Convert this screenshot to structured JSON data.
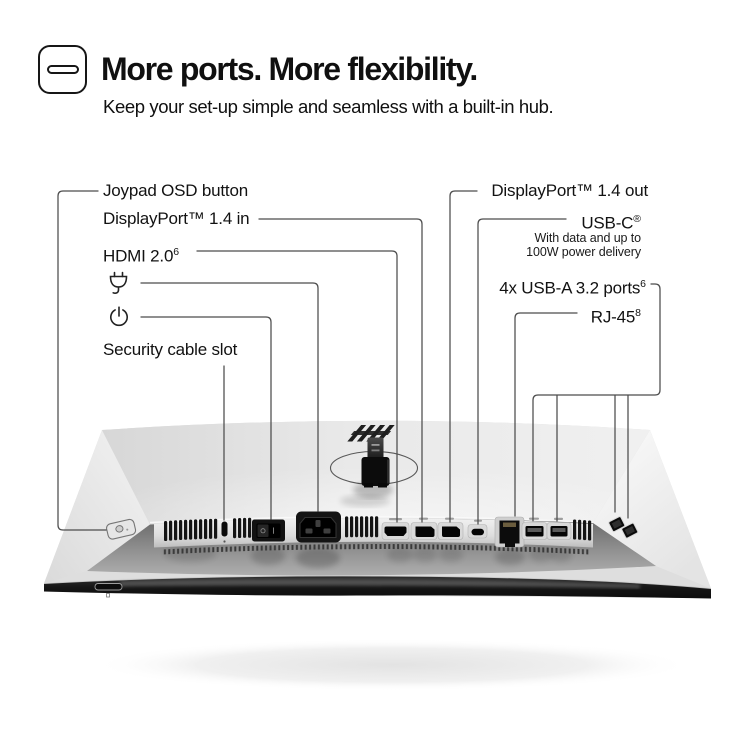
{
  "header": {
    "icon": "usb-c-port-icon",
    "title": "More ports. More flexibility.",
    "subtitle": "Keep your set-up simple and seamless with a built-in hub."
  },
  "callouts": {
    "joypad": {
      "label": "Joypad OSD button"
    },
    "dp_in": {
      "label": "DisplayPort™ 1.4 in"
    },
    "hdmi": {
      "label": "HDMI 2.0",
      "sup": "6"
    },
    "power_plug": {
      "icon": "power-plug-icon"
    },
    "power_button": {
      "icon": "power-symbol-icon"
    },
    "security": {
      "label": "Security cable slot"
    },
    "dp_out": {
      "label": "DisplayPort™ 1.4 out"
    },
    "usb_c": {
      "label": "USB-C",
      "sup": "®",
      "sub1": "With data and up to",
      "sub2": "100W power delivery"
    },
    "usb_a": {
      "label": "4x USB-A 3.2 ports",
      "sup": "6"
    },
    "rj45": {
      "label": "RJ-45",
      "sup": "8"
    }
  },
  "monitor": {
    "logo_icon": "hp-logo"
  },
  "colors": {
    "text": "#111111",
    "callout_line": "#4c4c4c"
  }
}
